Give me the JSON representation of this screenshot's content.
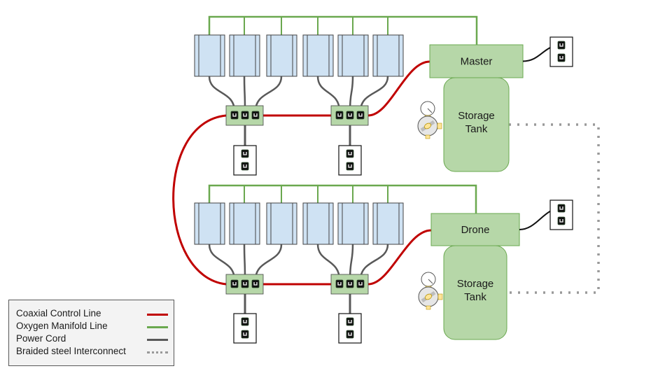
{
  "diagram": {
    "units": [
      {
        "id": "master",
        "label": "Master",
        "tank_label": [
          "Storage",
          "Tank"
        ]
      },
      {
        "id": "drone",
        "label": "Drone",
        "tank_label": [
          "Storage",
          "Tank"
        ]
      }
    ],
    "concentrators_per_row": 6,
    "power_strips_per_row": 2,
    "outlets_per_strip": 3,
    "wall_outlets_per_row": 2,
    "colors": {
      "coax": "#c00000",
      "oxygen": "#6aa84f",
      "power": "#595959",
      "braided": "#999999",
      "concentrator_fill": "#cfe2f3",
      "green_fill": "#b6d7a8",
      "green_stroke": "#6aa84f"
    }
  },
  "legend": {
    "items": [
      {
        "label": "Coaxial Control Line",
        "style": "solid",
        "color": "#c00000"
      },
      {
        "label": "Oxygen Manifold Line",
        "style": "solid",
        "color": "#6aa84f"
      },
      {
        "label": "Power Cord",
        "style": "solid",
        "color": "#595959"
      },
      {
        "label": "Braided steel Interconnect",
        "style": "dotted",
        "color": "#999999"
      }
    ]
  }
}
